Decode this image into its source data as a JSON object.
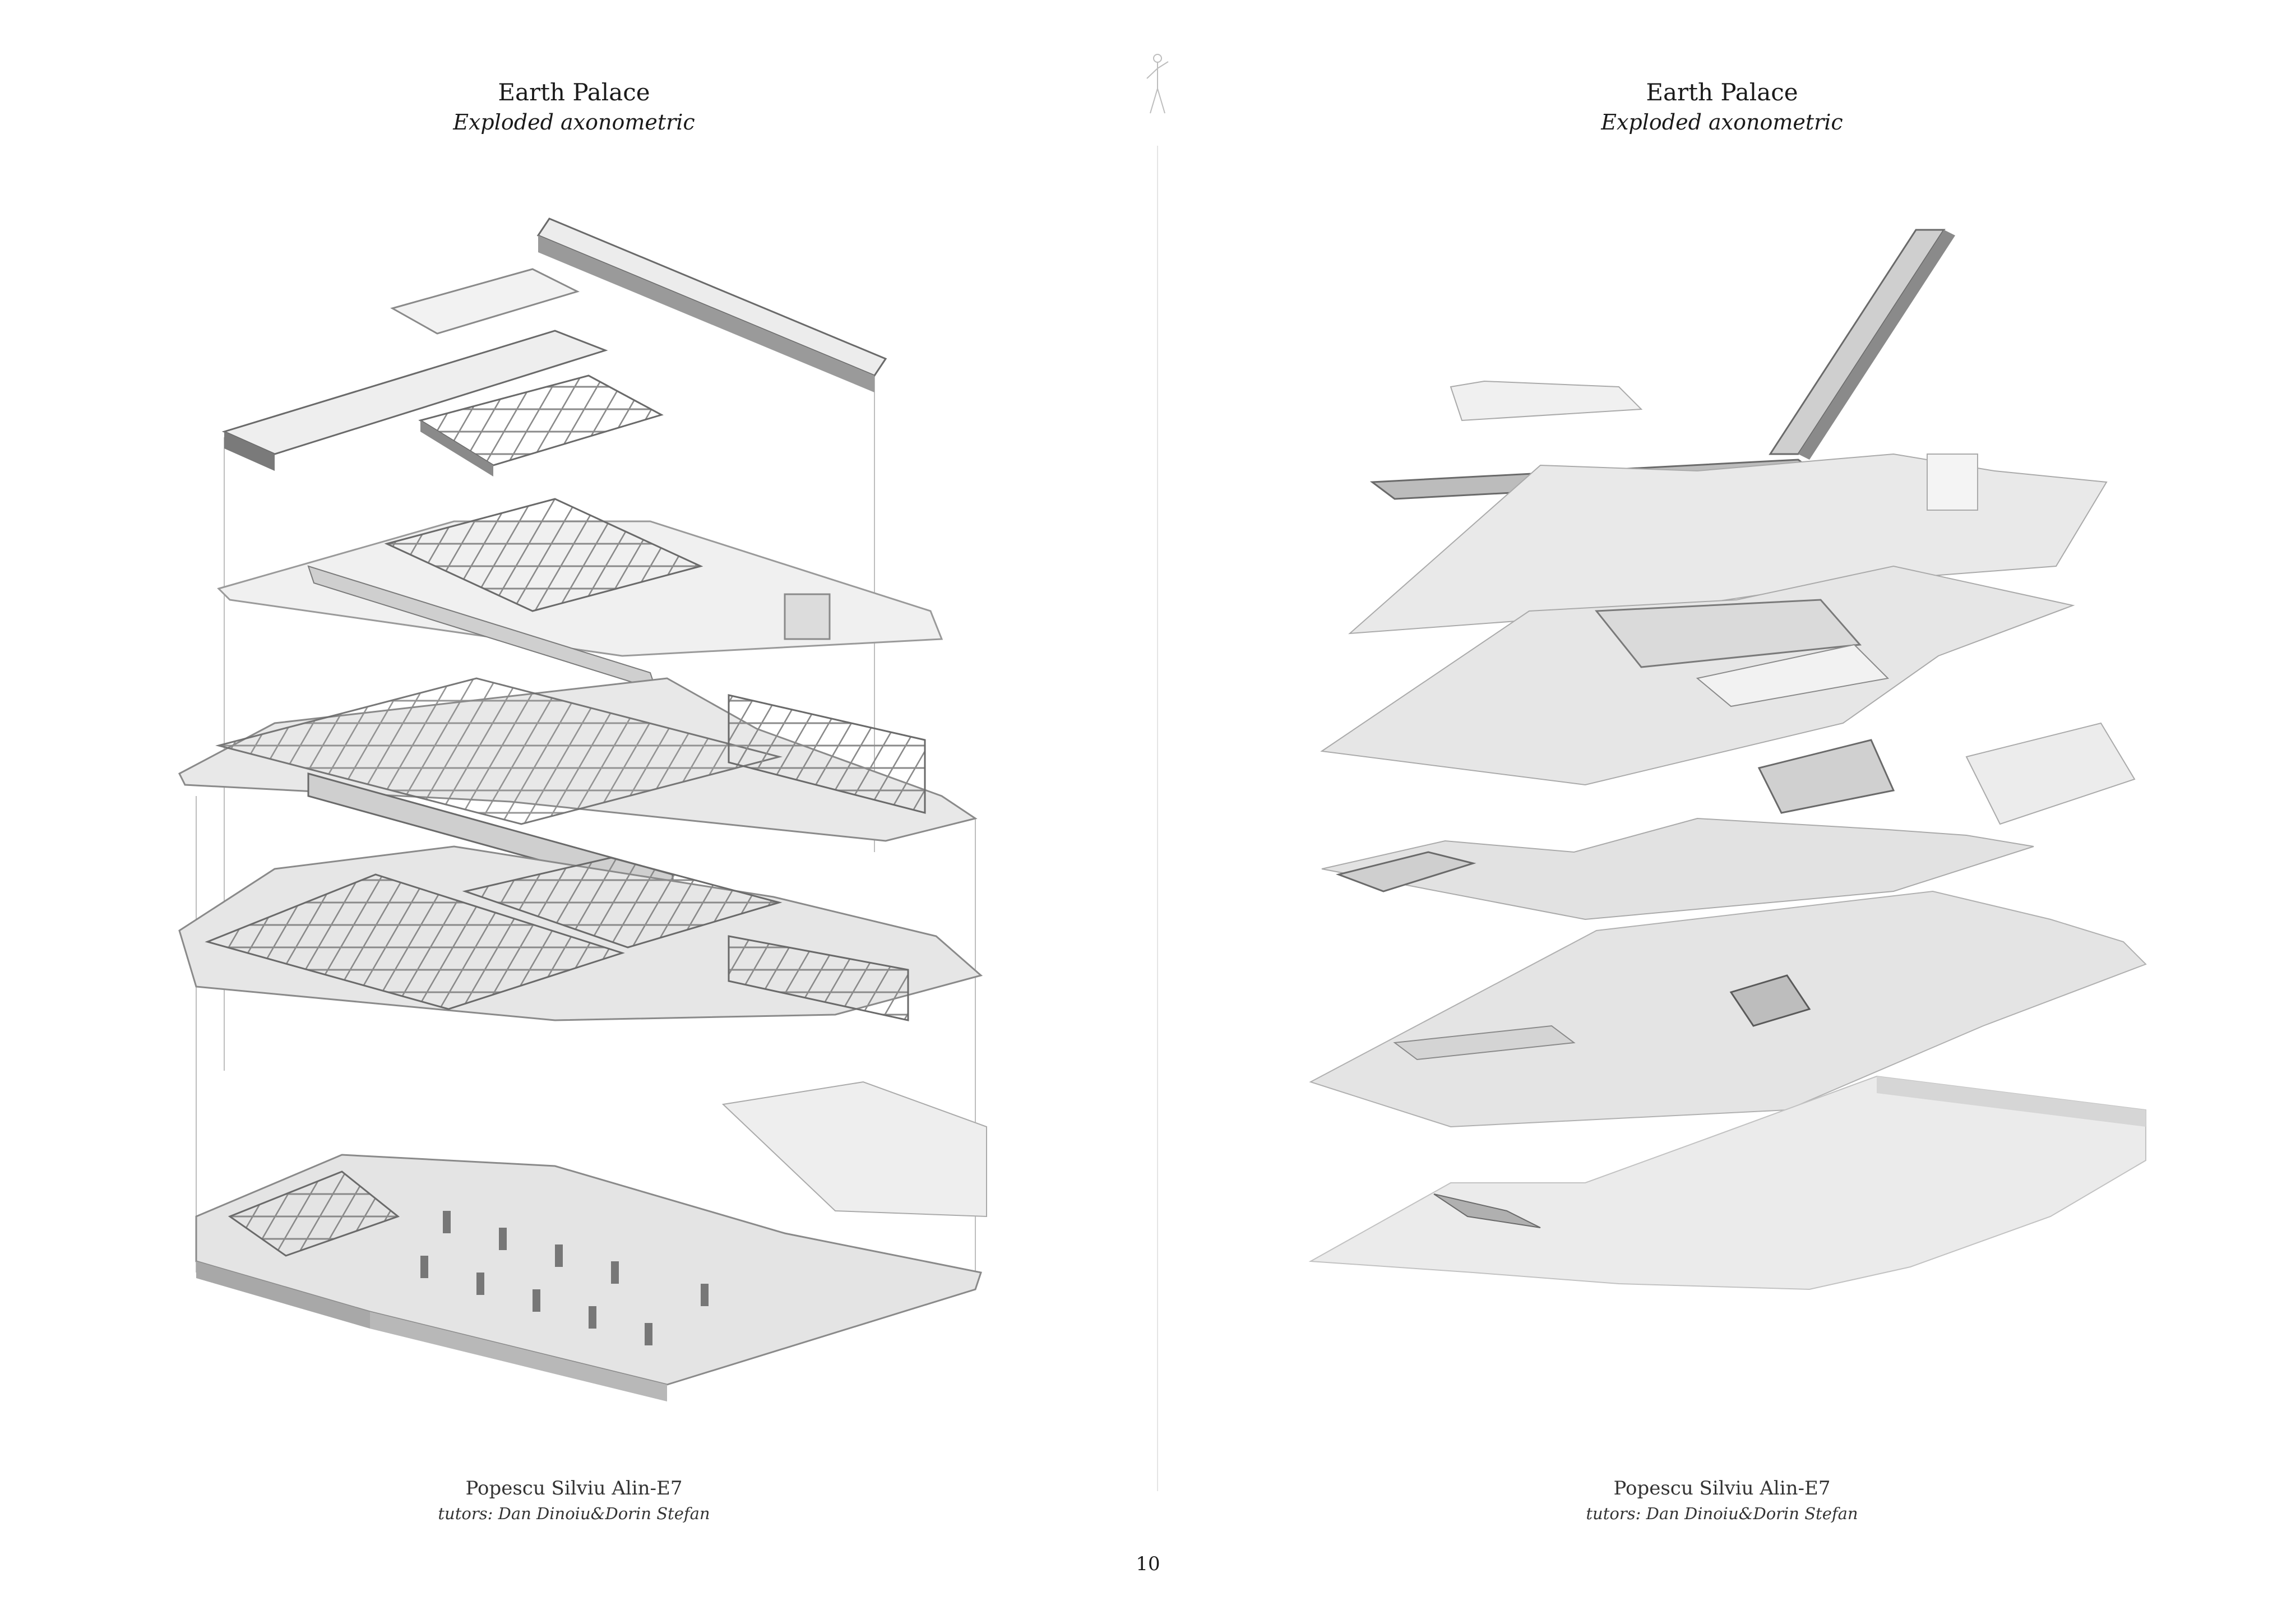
{
  "left_page": {
    "title": "Earth Palace",
    "subtitle": "Exploded axonometric",
    "author": "Popescu Silviu Alin-E7",
    "tutors": "tutors: Dan Dinoiu&Dorin Stefan",
    "drawing_icon": "exploded-axonometric-floor-plans"
  },
  "right_page": {
    "title": "Earth Palace",
    "subtitle": "Exploded axonometric",
    "author": "Popescu Silviu Alin-E7",
    "tutors": "tutors: Dan Dinoiu&Dorin Stefan",
    "drawing_icon": "exploded-axonometric-slabs"
  },
  "page_number": "10",
  "colors": {
    "drawing_fill": "#e6e6e6",
    "drawing_shade": "#9a9a9a",
    "drawing_dark": "#5a5a5a"
  }
}
